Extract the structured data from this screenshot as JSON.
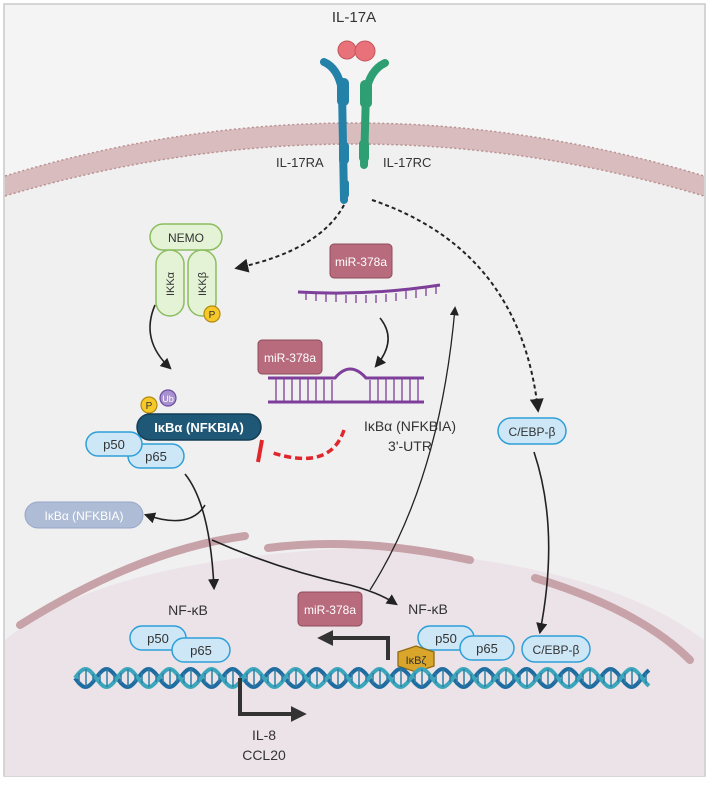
{
  "ligand": {
    "label": "IL-17A"
  },
  "receptors": {
    "ra_label": "IL-17RA",
    "rc_label": "IL-17RC"
  },
  "nemo_complex": {
    "nemo": "NEMO",
    "ikka": "IKKα",
    "ikkb": "IKKβ",
    "phospho": "P"
  },
  "ikba_complex": {
    "phospho": "P",
    "ubiquitin": "Ub",
    "ikba": "IκBα (NFKBIA)",
    "p50": "p50",
    "p65": "p65"
  },
  "free_ikba": "IκBα (NFKBIA)",
  "mirna": {
    "top_label": "miR-378a",
    "bound_label": "miR-378a",
    "nuclear_label": "miR-378a"
  },
  "utr": {
    "line1": "IκBα (NFKBIA)",
    "line2": "3'-UTR"
  },
  "cebp": {
    "cytoplasm": "C/EBP-β",
    "nucleus": "C/EBP-β"
  },
  "nfkb_left": {
    "title": "NF-κB",
    "p50": "p50",
    "p65": "p65"
  },
  "nfkb_right": {
    "title": "NF-κB",
    "p50": "p50",
    "p65": "p65"
  },
  "ikbz": "IκBζ",
  "targets": {
    "gene1": "IL-8",
    "gene2": "CCL20"
  },
  "colors": {
    "membrane": "#d3b3b3",
    "cytoplasm": "#f4f3f4",
    "nucleus": "#ece2e8",
    "pill_fill": "#cde7f7",
    "pill_stroke": "#2f9fd8",
    "mirna_fill": "#b86b7d",
    "ikba_fill": "#1f5777",
    "nemo_fill": "#e4f2d6",
    "nemo_stroke": "#8bbd5f",
    "red_inhibit": "#e0262b",
    "dna_blue": "#1f6ca0",
    "dna_teal": "#3ba6bb"
  }
}
